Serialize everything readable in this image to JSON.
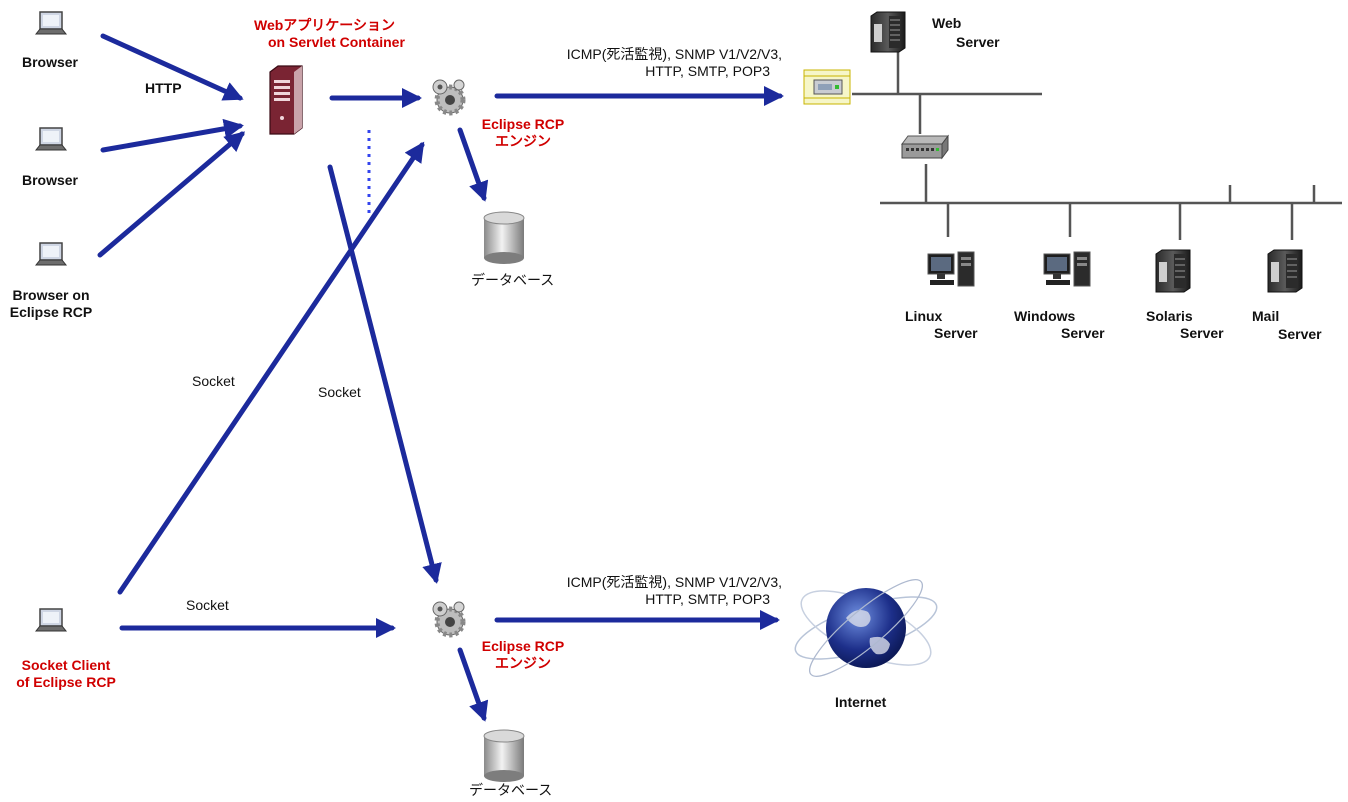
{
  "nodes": {
    "browser1": "Browser",
    "browser2": "Browser",
    "browser3_line1": "Browser on",
    "browser3_line2": "Eclipse RCP",
    "webapp_line1": "Webアプリケーション",
    "webapp_line2": "on Servlet Container",
    "engine_top_line1": "Eclipse RCP",
    "engine_top_line2": "エンジン",
    "engine_bottom_line1": "Eclipse RCP",
    "engine_bottom_line2": "エンジン",
    "db_top": "データベース",
    "db_bottom": "データベース",
    "socket_client_line1": "Socket Client",
    "socket_client_line2": "of Eclipse RCP",
    "internet": "Internet",
    "web_server_line1": "Web",
    "web_server_line2": "Server",
    "linux_line1": "Linux",
    "linux_line2": "Server",
    "windows_line1": "Windows",
    "windows_line2": "Server",
    "solaris_line1": "Solaris",
    "solaris_line2": "Server",
    "mail_line1": "Mail",
    "mail_line2": "Server"
  },
  "edges": {
    "http": "HTTP",
    "protocols_top_line1": "ICMP(死活監視), SNMP V1/V2/V3,",
    "protocols_top_line2": "HTTP, SMTP, POP3",
    "protocols_bottom_line1": "ICMP(死活監視), SNMP V1/V2/V3,",
    "protocols_bottom_line2": "HTTP, SMTP, POP3",
    "socket_left": "Socket",
    "socket_middle": "Socket",
    "socket_bottom": "Socket"
  },
  "colors": {
    "arrow": "#1c2a9c",
    "accent_text": "#d00000",
    "network_line": "#555555"
  }
}
